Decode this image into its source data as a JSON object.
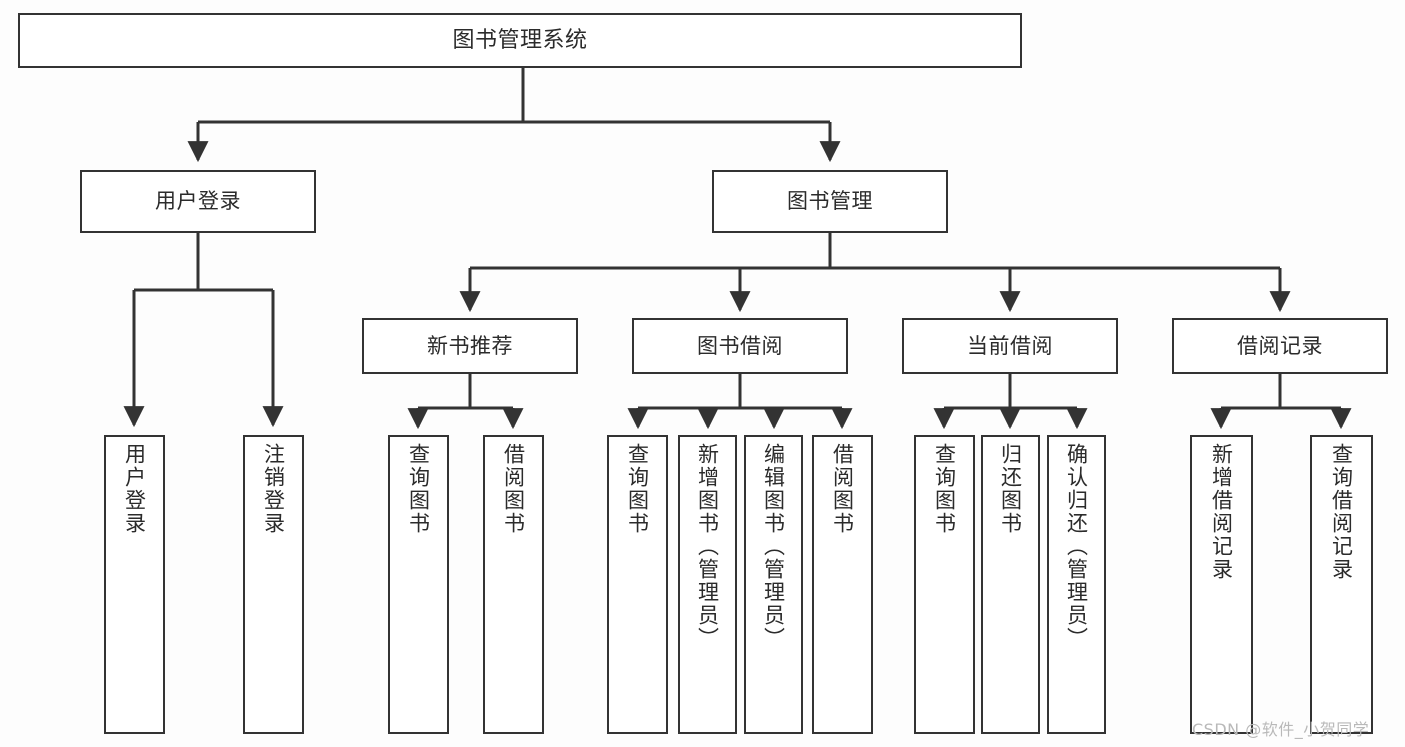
{
  "diagram": {
    "type": "tree",
    "title": "图书管理系统",
    "background_color": "#fdfdfd",
    "box_border_color": "#333333",
    "box_fill_color": "#ffffff",
    "edge_color": "#333333",
    "text_color": "#2b2b2b"
  },
  "nodes": {
    "root": {
      "label": "图书管理系统"
    },
    "level1": [
      {
        "label": "用户登录"
      },
      {
        "label": "图书管理"
      }
    ],
    "level2": [
      {
        "label": "新书推荐"
      },
      {
        "label": "图书借阅"
      },
      {
        "label": "当前借阅"
      },
      {
        "label": "借阅记录"
      }
    ],
    "leaves": {
      "user_login": [
        {
          "label": "用户登录"
        },
        {
          "label": "注销登录"
        }
      ],
      "new_book_recommend": [
        {
          "label": "查询图书"
        },
        {
          "label": "借阅图书"
        }
      ],
      "book_borrow": [
        {
          "label": "查询图书"
        },
        {
          "label": "新增图书（管理员）"
        },
        {
          "label": "编辑图书（管理员）"
        },
        {
          "label": "借阅图书"
        }
      ],
      "current_borrow": [
        {
          "label": "查询图书"
        },
        {
          "label": "归还图书"
        },
        {
          "label": "确认归还（管理员）"
        }
      ],
      "borrow_record": [
        {
          "label": "新增借阅记录"
        },
        {
          "label": "查询借阅记录"
        }
      ]
    }
  },
  "watermark": {
    "text": "CSDN @软件_小贺同学",
    "color": "#b9b9b9"
  }
}
